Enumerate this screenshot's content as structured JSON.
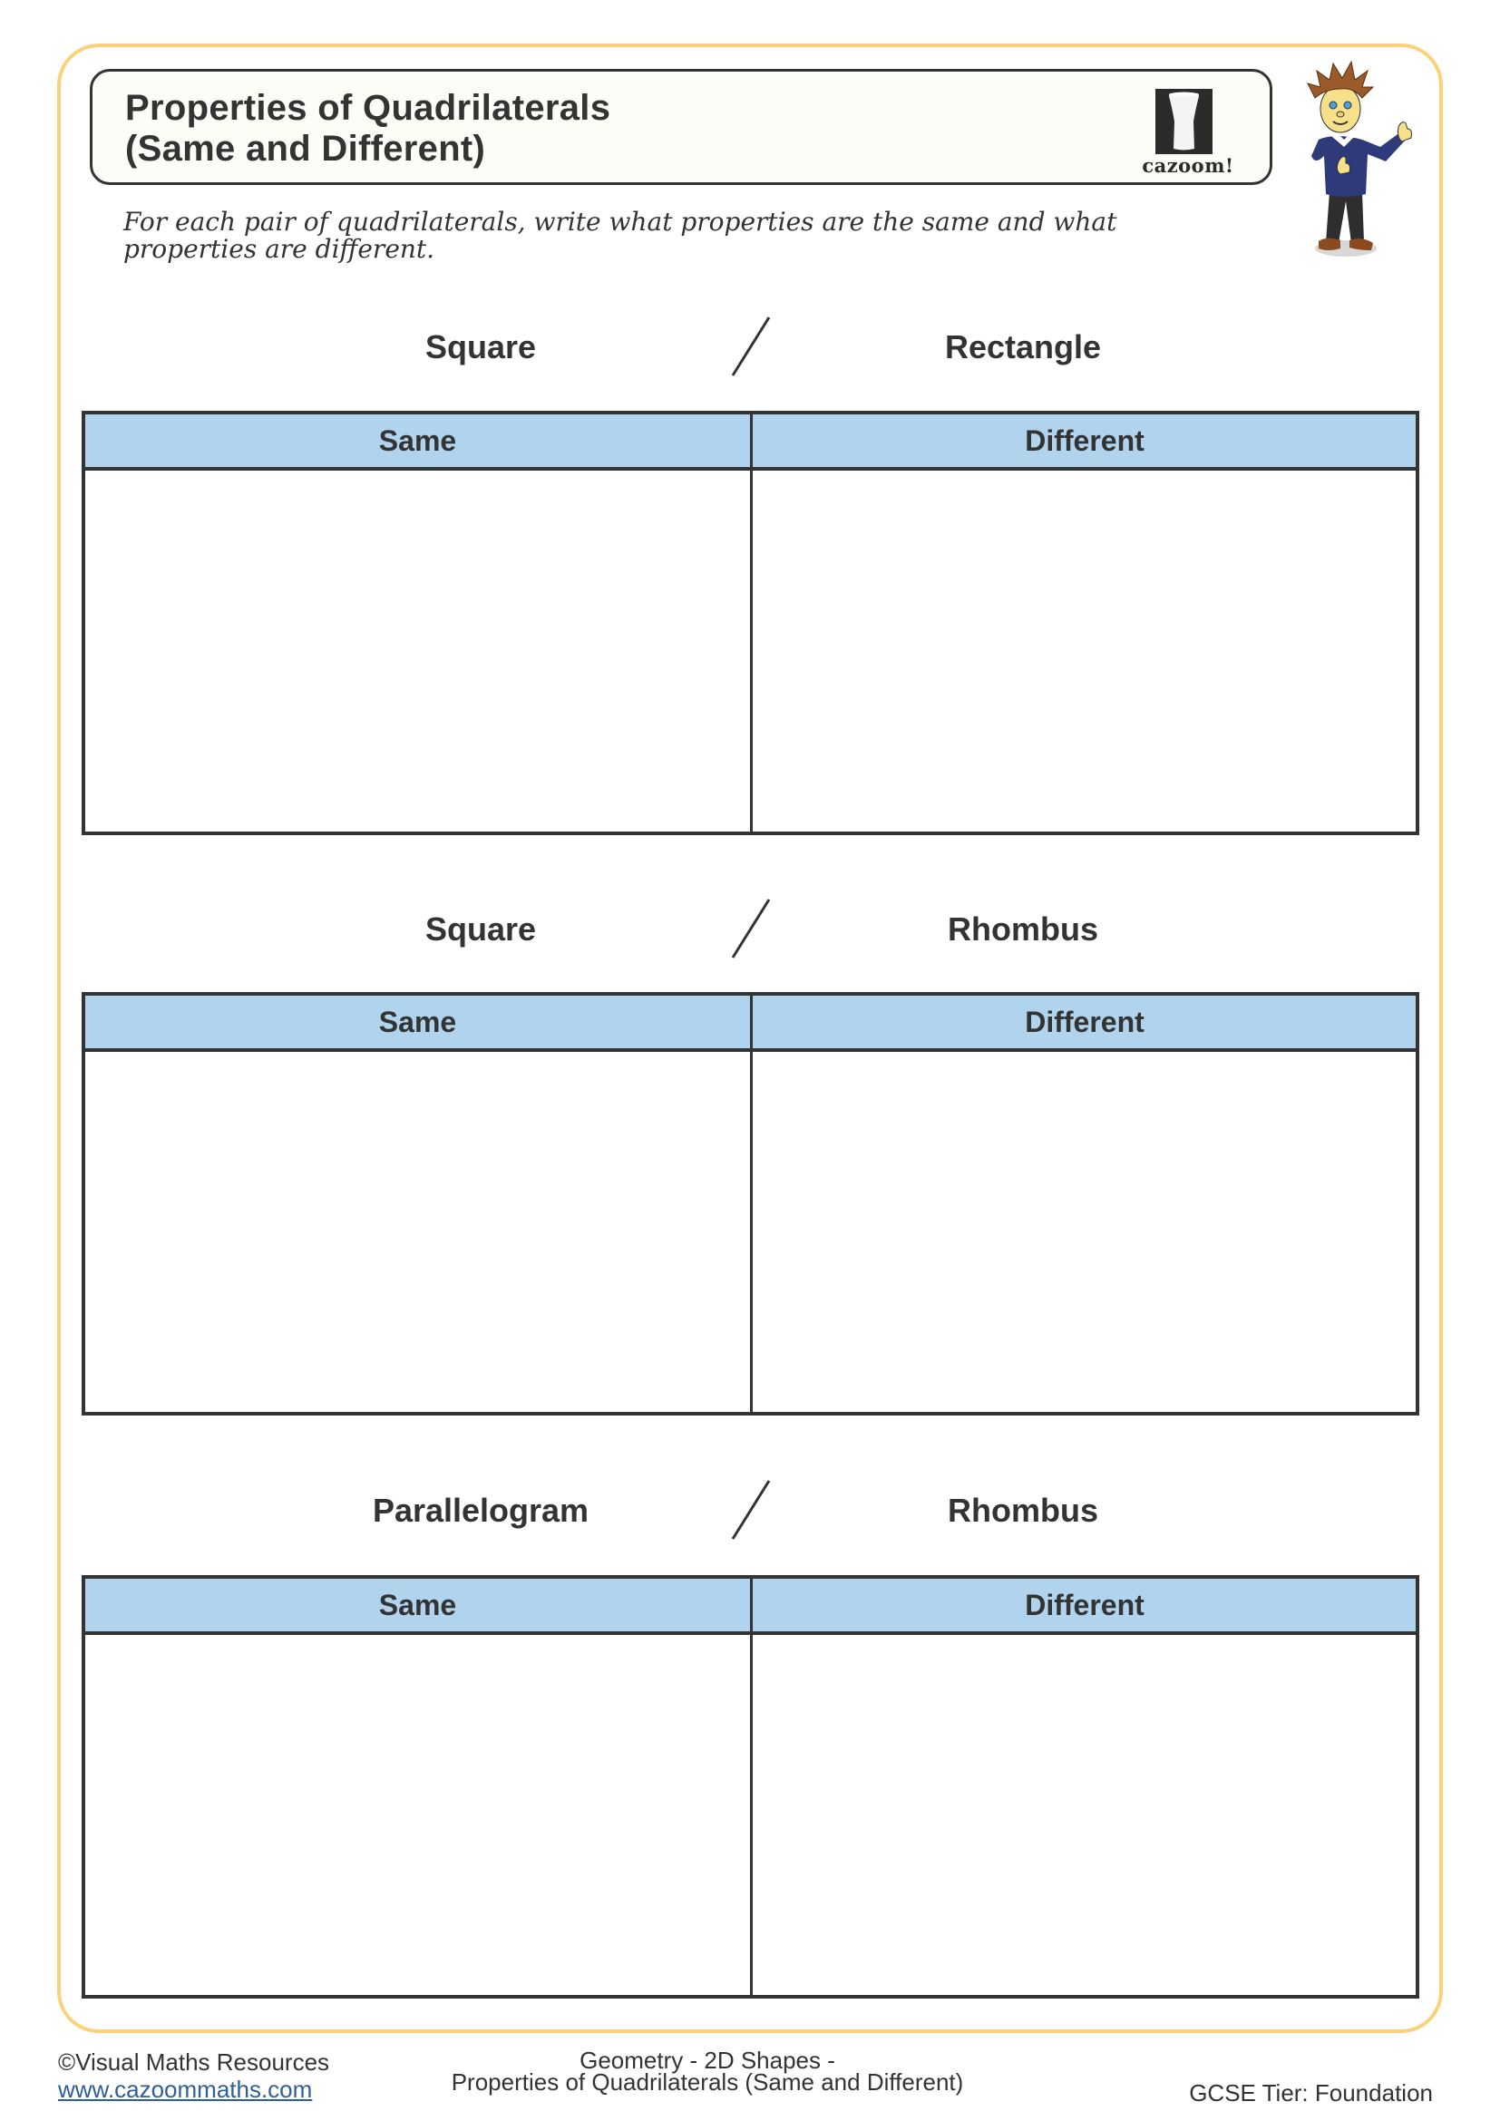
{
  "header": {
    "title_line1": "Properties of Quadrilaterals",
    "title_line2": "(Same and Different)",
    "logo_text": "cazoom!"
  },
  "instructions": "For each pair of quadrilaterals, write what properties are the same and what properties are different.",
  "pairs": [
    {
      "left": "Square",
      "separator": "/",
      "right": "Rectangle",
      "columns": [
        "Same",
        "Different"
      ],
      "cells": [
        "",
        ""
      ]
    },
    {
      "left": "Square",
      "separator": "/",
      "right": "Rhombus",
      "columns": [
        "Same",
        "Different"
      ],
      "cells": [
        "",
        ""
      ]
    },
    {
      "left": "Parallelogram",
      "separator": "/",
      "right": "Rhombus",
      "columns": [
        "Same",
        "Different"
      ],
      "cells": [
        "",
        ""
      ]
    }
  ],
  "footer": {
    "copyright": "©Visual Maths Resources",
    "website": "www.cazoommaths.com",
    "topic_line1": "Geometry - 2D Shapes -",
    "topic_line2": "Properties of Quadrilaterals (Same and Different)",
    "tier": "GCSE Tier: Foundation"
  },
  "colors": {
    "frame": "#F9D27A",
    "table_header": "#B0D3EE",
    "border": "#333333",
    "link": "#2F5F9A",
    "title_box_bg": "#FDFCF7"
  },
  "icons": {
    "logo": "cazoom-drum-logo-icon",
    "mascot": "cartoon-boy-thumbs-up-icon"
  }
}
